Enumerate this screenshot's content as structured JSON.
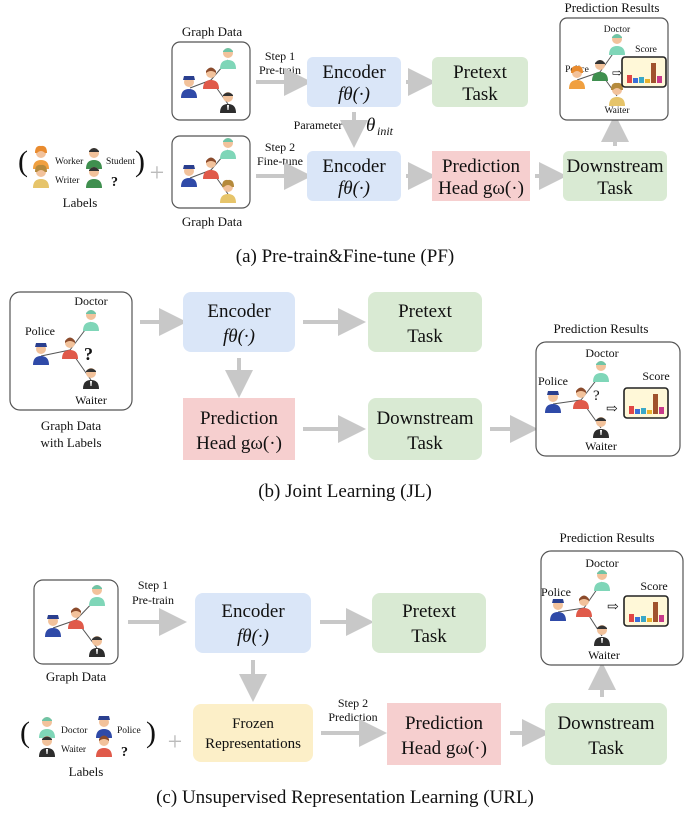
{
  "section_a": {
    "caption": "(a)  Pre-train&Fine-tune (PF)",
    "graph_data_top": "Graph Data",
    "graph_data_bottom": "Graph Data",
    "step1_line1": "Step 1",
    "step1_line2": "Pre-train",
    "step2_line1": "Step 2",
    "step2_line2": "Fine-tune",
    "parameter_label": "Parameter",
    "theta_init": "θ",
    "theta_init_sub": "init",
    "encoder_top_title": "Encoder",
    "encoder_top_formula": "fθ(·)",
    "encoder_bottom_title": "Encoder",
    "encoder_bottom_formula": "fθ(·)",
    "pretext_line1": "Pretext",
    "pretext_line2": "Task",
    "pred_head_line1": "Prediction",
    "pred_head_line2": "Head gω(·)",
    "downstream_line1": "Downstream",
    "downstream_line2": "Task",
    "prediction_results": "Prediction Results",
    "result_doctor": "Doctor",
    "result_police": "Police",
    "result_waiter": "Waiter",
    "result_score": "Score",
    "labels_caption": "Labels",
    "label_worker": "Worker",
    "label_student": "Student",
    "label_writer": "Writer",
    "label_question": "?"
  },
  "section_b": {
    "caption": "(b)  Joint Learning (JL)",
    "graph_line1": "Graph Data",
    "graph_line2": "with Labels",
    "node_doctor": "Doctor",
    "node_police": "Police",
    "node_waiter": "Waiter",
    "node_question": "?",
    "encoder_title": "Encoder",
    "encoder_formula": "fθ(·)",
    "pretext_line1": "Pretext",
    "pretext_line2": "Task",
    "pred_head_line1": "Prediction",
    "pred_head_line2": "Head gω(·)",
    "downstream_line1": "Downstream",
    "downstream_line2": "Task",
    "prediction_results": "Prediction Results",
    "result_doctor": "Doctor",
    "result_police": "Police",
    "result_waiter": "Waiter",
    "result_score": "Score"
  },
  "section_c": {
    "caption": "(c)  Unsupervised Representation Learning (URL)",
    "graph_data": "Graph Data",
    "step1_line1": "Step 1",
    "step1_line2": "Pre-train",
    "step2_line1": "Step 2",
    "step2_line2": "Prediction",
    "encoder_title": "Encoder",
    "encoder_formula": "fθ(·)",
    "pretext_line1": "Pretext",
    "pretext_line2": "Task",
    "frozen_line1": "Frozen",
    "frozen_line2": "Representations",
    "pred_head_line1": "Prediction",
    "pred_head_line2": "Head gω(·)",
    "downstream_line1": "Downstream",
    "downstream_line2": "Task",
    "prediction_results": "Prediction Results",
    "result_doctor": "Doctor",
    "result_police": "Police",
    "result_waiter": "Waiter",
    "result_score": "Score",
    "labels_caption": "Labels",
    "label_doctor": "Doctor",
    "label_police": "Police",
    "label_waiter": "Waiter",
    "label_question": "?"
  },
  "colors": {
    "encoder_fill": "#dae6f8",
    "pretext_fill": "#d9ead3",
    "pred_head_fill": "#f6cfcf",
    "downstream_fill": "#d9ead3",
    "frozen_fill": "#fcefc8",
    "arrow": "#c8c8c8",
    "box_border": "#555555"
  }
}
